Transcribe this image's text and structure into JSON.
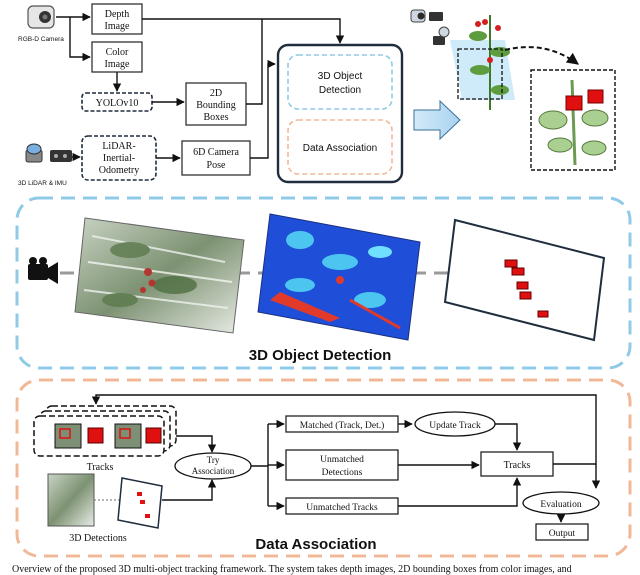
{
  "top_pipeline": {
    "sensors": {
      "rgbd_camera": "RGB-D Camera",
      "lidar_imu": "3D LiDAR & IMU"
    },
    "boxes": {
      "depth_image_l1": "Depth",
      "depth_image_l2": "Image",
      "color_image_l1": "Color",
      "color_image_l2": "Image",
      "yolo": "YOLOv10",
      "bbox_l1": "2D",
      "bbox_l2": "Bounding",
      "bbox_l3": "Boxes",
      "lio_l1": "LiDAR-",
      "lio_l2": "Inertial-",
      "lio_l3": "Odometry",
      "pose_l1": "6D Camera",
      "pose_l2": "Pose",
      "det_l1": "3D Object",
      "det_l2": "Detection",
      "assoc": "Data Association"
    }
  },
  "detection_panel": {
    "title": "3D Object Detection"
  },
  "association_panel": {
    "title": "Data Association",
    "labels": {
      "tracks": "Tracks",
      "detections": "3D Detections",
      "try_l1": "Try",
      "try_l2": "Association",
      "matched": "Matched (Track, Det.)",
      "update": "Update Track",
      "unmatched_det_l1": "Unmatched",
      "unmatched_det_l2": "Detections",
      "unmatched_tracks": "Unmatched Tracks",
      "tracks_out": "Tracks",
      "evaluation": "Evaluation",
      "output": "Output"
    }
  },
  "caption": "Overview of the proposed 3D multi-object tracking framework. The system takes depth images, 2D bounding boxes from color images, and",
  "colors": {
    "detection_dash": "#8fcbe6",
    "association_dash": "#f1b898",
    "frame_navy": "#1f2d3d",
    "box_red": "#e01010",
    "seg_blue": "#1f4fd8"
  }
}
